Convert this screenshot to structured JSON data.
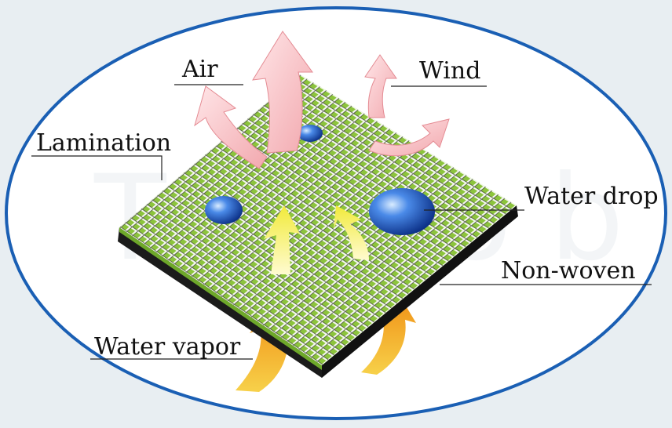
{
  "labels": {
    "air": "Air",
    "wind": "Wind",
    "lamination": "Lamination",
    "water_drop": "Water drop",
    "non_woven": "Non-woven",
    "water_vapor": "Water vapor"
  },
  "colors": {
    "background": "#e8eef2",
    "ellipse_border": "#1a5fb4",
    "fabric_green": "#8cc43c",
    "fabric_dark": "#1b1b1b",
    "mesh": "#dcdcdc",
    "air_arrow": "#f6c6c8",
    "vapor_arrow": "#f4a51c",
    "inner_arrow": "#f7f25a",
    "drop": "#1f5fc8"
  }
}
